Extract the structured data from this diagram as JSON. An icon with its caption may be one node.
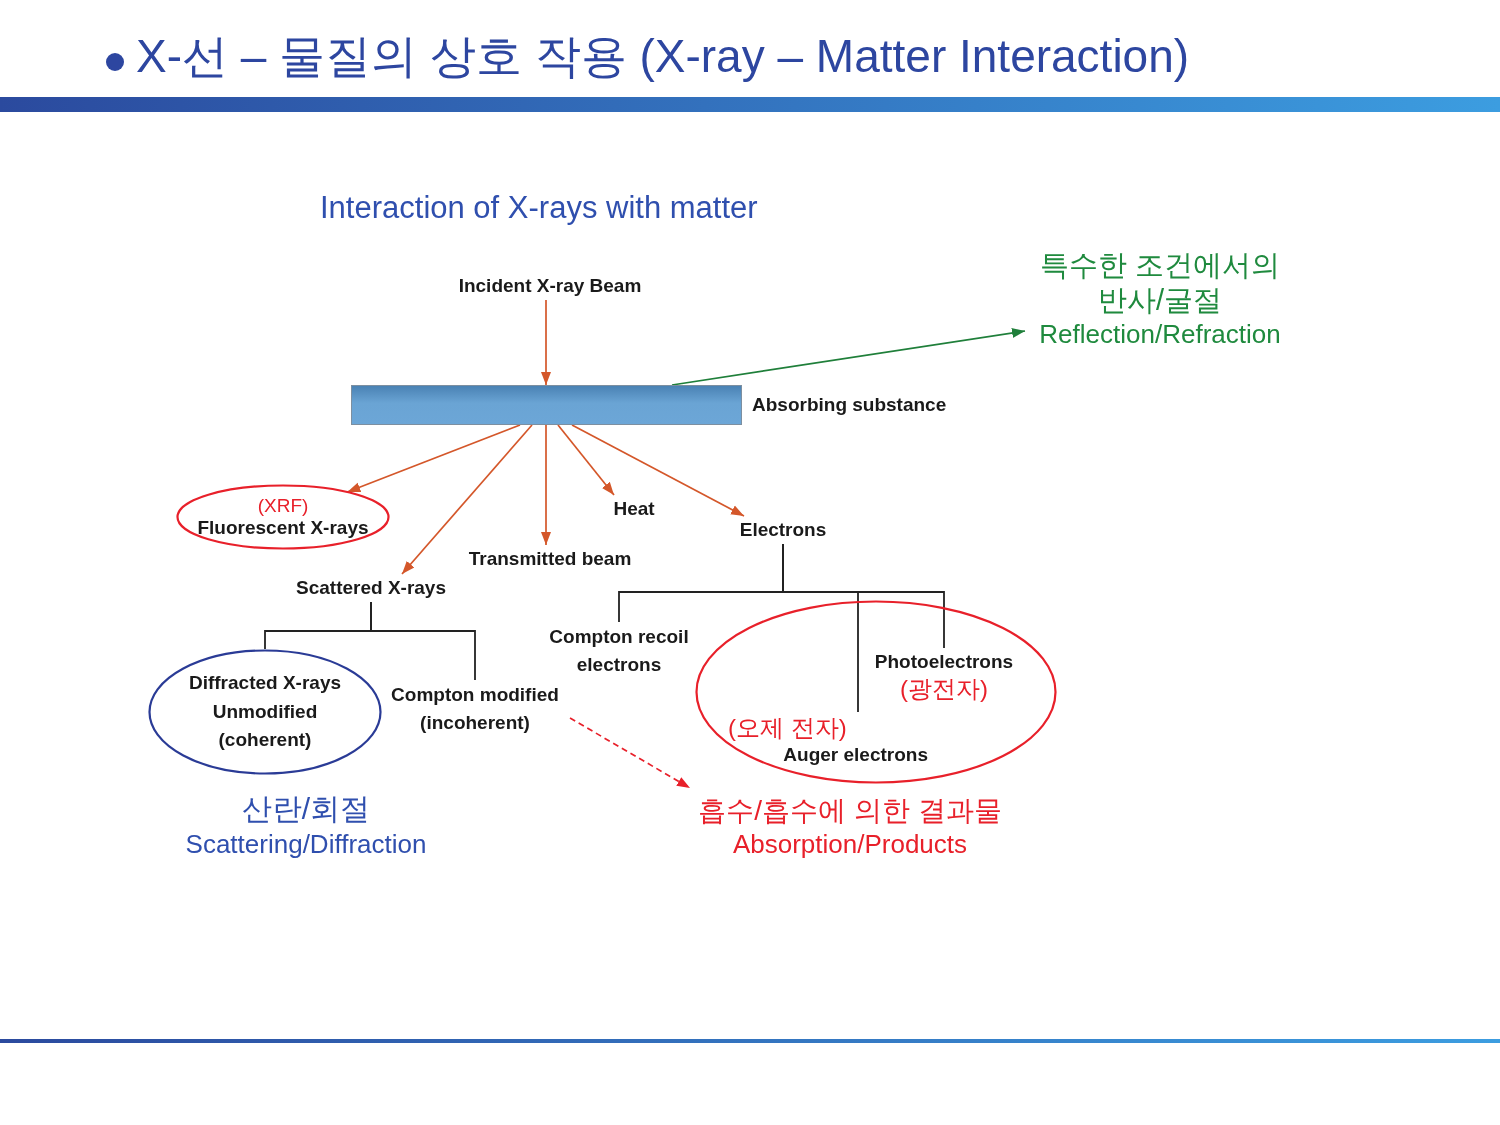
{
  "diagram": {
    "title": "X-선 – 물질의 상호 작용 (X-ray – Matter Interaction)",
    "nodes": [
      {
        "text": [
          "Incident X-ray Beam"
        ]
      },
      {
        "text": [],
        "shape": "bar",
        "beside": [
          "Absorbing substance"
        ]
      },
      {
        "text": [
          "특수한 조건에서의 반사/굴절",
          "Reflection/Refraction"
        ]
      },
      {
        "text": [
          "(XRF)",
          "Fluorescent X-rays"
        ]
      },
      {
        "text": [
          "Scattered X-rays"
        ]
      },
      {
        "text": [
          "Transmitted beam"
        ]
      },
      {
        "text": [
          "Heat"
        ]
      },
      {
        "text": [
          "Electrons"
        ]
      },
      {
        "text": [
          "Diffracted X-rays",
          "Unmodified (coherent)"
        ],
        "beside": [
          "산란/회절",
          "Scattering/Diffraction"
        ]
      },
      {
        "text": [
          "Compton modified (incoherent)"
        ]
      },
      {
        "text": [],
        "shape": "ellipse"
      },
      {
        "text": [
          "Compton recoil electrons"
        ]
      },
      {
        "text": [
          "Photoelectrons",
          "(광전자)"
        ],
        "in": 10
      },
      {
        "text": [
          "(오제 전자)",
          "Auger electrons"
        ],
        "in": 10
      },
      {
        "text": [
          "흡수/흡수에 의한 결과물",
          "Absorption/Products"
        ]
      }
    ],
    "edges": [
      {
        "from": 0,
        "to": 1,
        "arrow": "to"
      },
      {
        "from": 1,
        "to": 2,
        "arrow": "to",
        "color": "#1f7f3a"
      },
      {
        "from": 1,
        "to": 3,
        "arrow": "to"
      },
      {
        "from": 1,
        "to": 4,
        "arrow": "to"
      },
      {
        "from": 1,
        "to": 5,
        "arrow": "to"
      },
      {
        "from": 1,
        "to": 6,
        "arrow": "to"
      },
      {
        "from": 1,
        "to": 7,
        "arrow": "to"
      },
      {
        "from": 4,
        "to": 8,
        "arrow": "none",
        "color": "#222222"
      },
      {
        "from": 4,
        "to": 9,
        "arrow": "none",
        "color": "#222222"
      },
      {
        "from": 7,
        "to": 11,
        "arrow": "none",
        "color": "#222222"
      },
      {
        "from": 7,
        "to": 12,
        "arrow": "none",
        "color": "#222222"
      },
      {
        "from": 7,
        "to": 13,
        "arrow": "none",
        "color": "#222222"
      },
      {
        "from": 9,
        "to": 14,
        "arrow": "to",
        "style": "dashed",
        "color": "#e8202a"
      }
    ],
    "labels": [
      "Interaction of X-rays with matter"
    ]
  }
}
